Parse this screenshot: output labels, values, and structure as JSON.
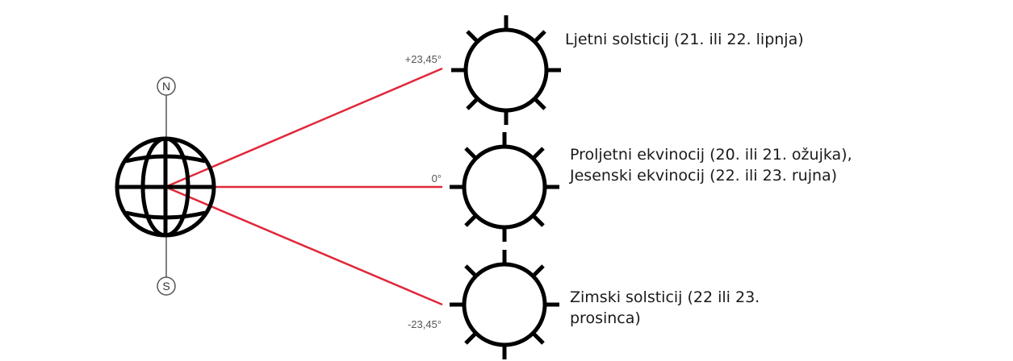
{
  "poles": {
    "north": "N",
    "south": "S"
  },
  "angles": {
    "summer": "+23,45°",
    "equinox": "0°",
    "winter": "-23,45°"
  },
  "labels": {
    "summer_solstice": "Ljetni solsticij (21. ili 22. lipnja)",
    "equinox_line1": "Proljetni ekvinocij (20. ili 21. ožujka),",
    "equinox_line2": "Jesenski ekvinocij (22. ili 23. rujna)",
    "winter_line1": "Zimski solsticij (22 ili 23.",
    "winter_line2": "prosinca)"
  },
  "colors": {
    "ray": "#e0283a",
    "outline": "#000000",
    "pole": "#555555"
  },
  "icons": {
    "earth": "globe-icon",
    "sun": "sun-icon"
  }
}
